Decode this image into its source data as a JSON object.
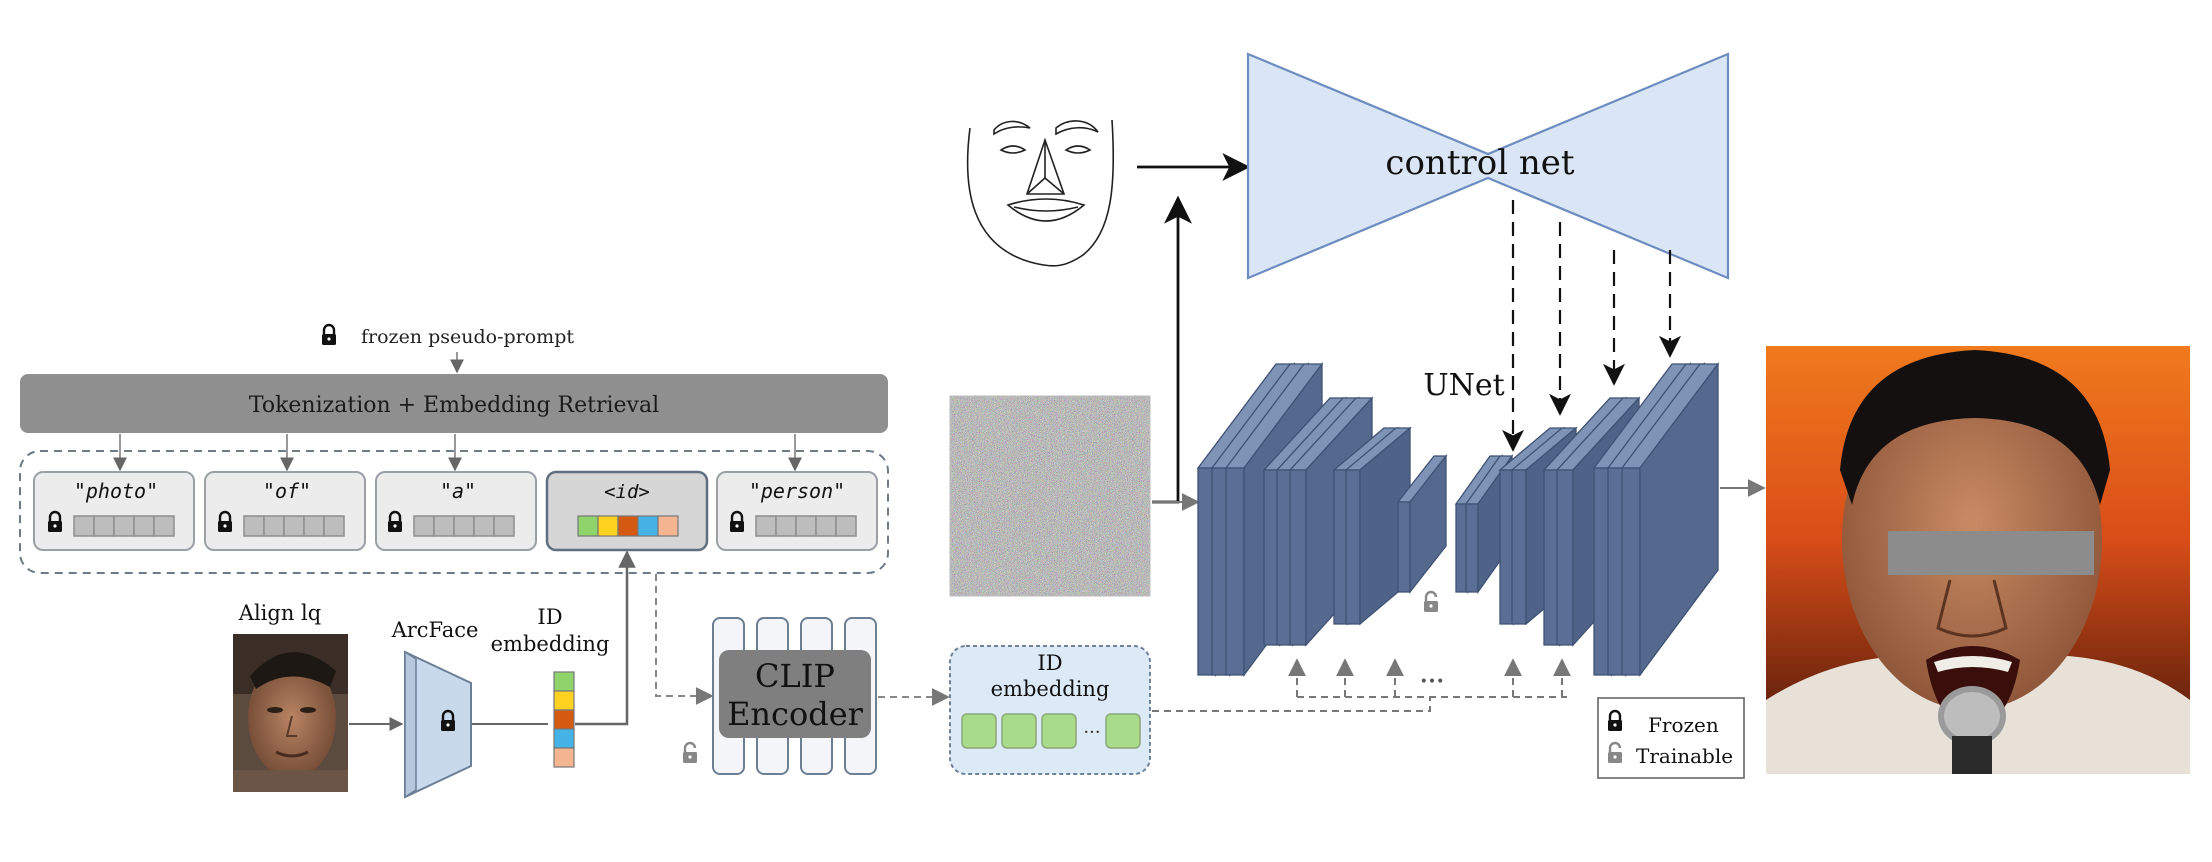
{
  "prompt": {
    "frozen_label": "frozen pseudo-prompt",
    "tokenization_label": "Tokenization + Embedding Retrieval",
    "tokens": [
      "\"photo\"",
      "\"of\"",
      "\"a\"",
      "<id>",
      "\"person\""
    ]
  },
  "id_branch": {
    "align_label": "Align lq",
    "arcface_label": "ArcFace",
    "id_embedding_label_1": "ID",
    "id_embedding_label_2": "embedding"
  },
  "clip": {
    "line1": "CLIP",
    "line2": "Encoder"
  },
  "id_embedding_box": {
    "line1": "ID",
    "line2": "embedding",
    "ellipsis": "···"
  },
  "controlnet": {
    "label": "control net"
  },
  "unet": {
    "label": "UNet",
    "ellipsis": "•••"
  },
  "legend": {
    "frozen": "Frozen",
    "trainable": "Trainable"
  },
  "colors": {
    "unet_blue": "#5b6f96",
    "controlnet_fill": "#dae6f6",
    "controlnet_stroke": "#6d8cc0",
    "bar_gray": "#8f8f8f",
    "clip_gray": "#7f7f7f",
    "embed_green": "#a8dc8a",
    "id_colors": [
      "#8fd36b",
      "#ffd21f",
      "#d45a12",
      "#46b3e6",
      "#f5b591"
    ]
  }
}
